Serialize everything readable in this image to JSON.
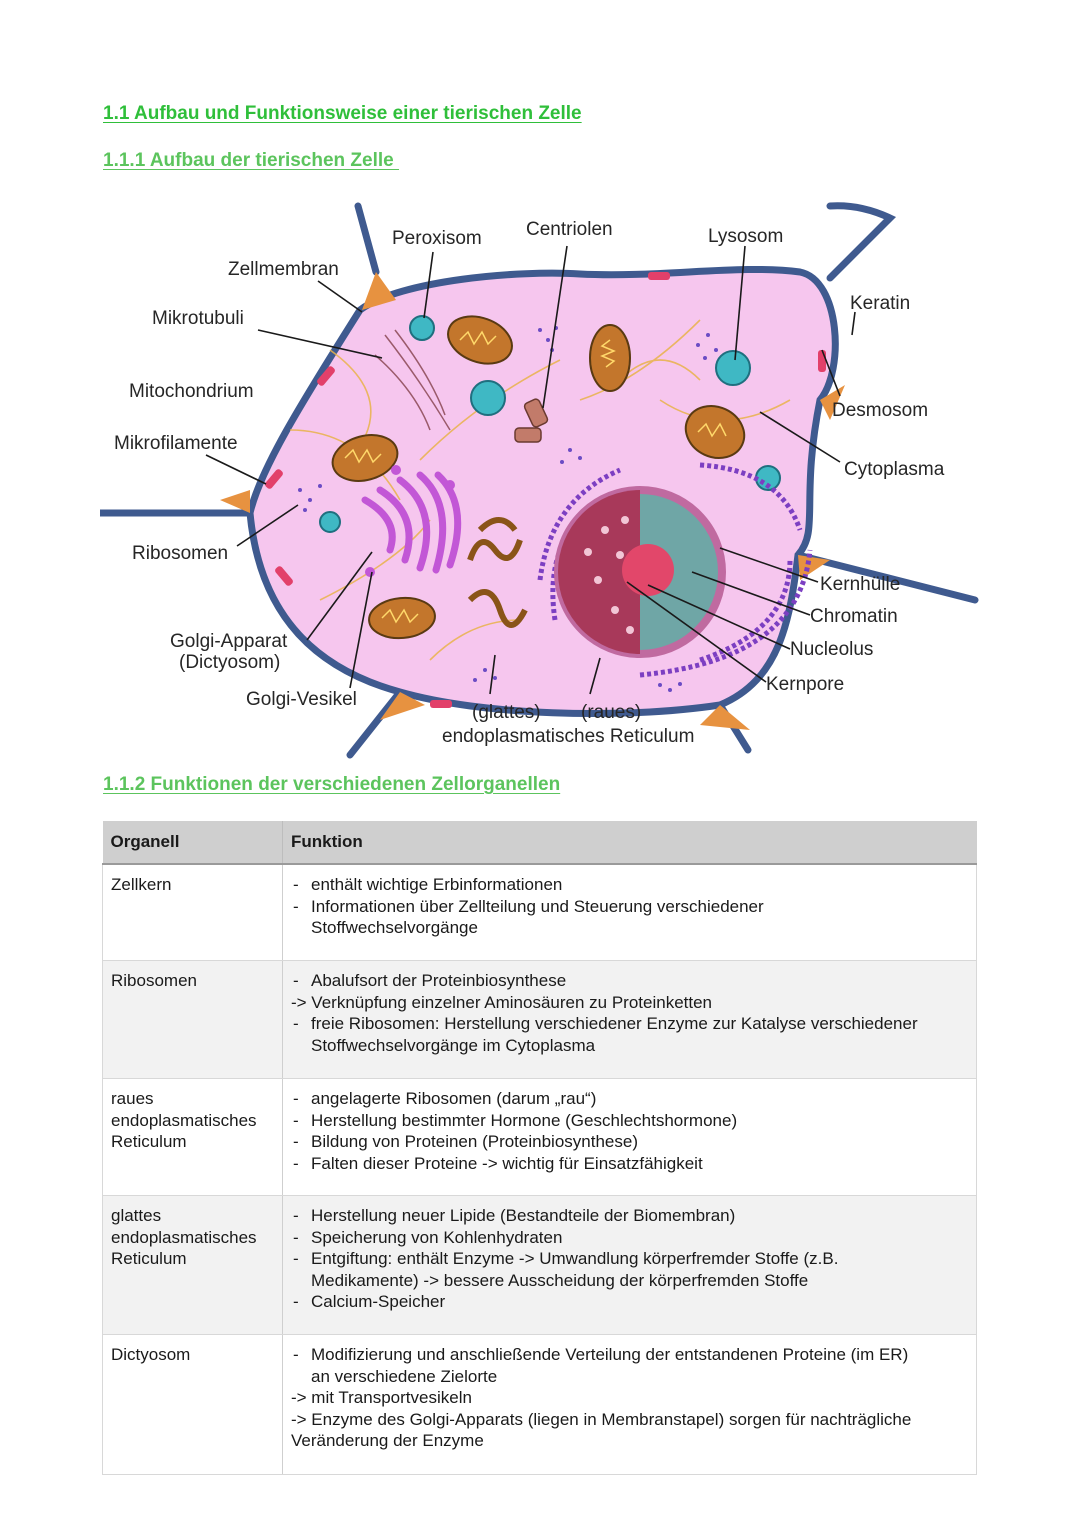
{
  "headings": {
    "h1": "1.1 Aufbau und Funktionsweise einer tierischen Zelle",
    "h2": "1.1.1 Aufbau der tierischen Zelle ",
    "h3": "1.1.2 Funktionen der verschiedenen Zellorganellen"
  },
  "diagram": {
    "labels": {
      "peroxisom": "Peroxisom",
      "centriolen": "Centriolen",
      "lysosom": "Lysosom",
      "zellmembran": "Zellmembran",
      "keratin": "Keratin",
      "mikrotubuli": "Mikrotubuli",
      "mitochondrium": "Mitochondrium",
      "desmosom": "Desmosom",
      "mikrofilamente": "Mikrofilamente",
      "cytoplasma": "Cytoplasma",
      "ribosomen": "Ribosomen",
      "kernhuelle": "Kernhülle",
      "chromatin": "Chromatin",
      "nucleolus": "Nucleolus",
      "golgi_apparat": "Golgi-Apparat",
      "dictyosom": "(Dictyosom)",
      "kernpore": "Kernpore",
      "golgi_vesikel": "Golgi-Vesikel",
      "glattes": "(glattes)",
      "raues": "(raues)",
      "er": "endoplasmatisches Reticulum"
    }
  },
  "table": {
    "headers": {
      "organell": "Organell",
      "funktion": "Funktion"
    },
    "rows": [
      {
        "organell": [
          "Zellkern"
        ],
        "lines": [
          {
            "kind": "bullet",
            "text": "enthält wichtige Erbinformationen"
          },
          {
            "kind": "bullet",
            "text": "Informationen über Zellteilung und Steuerung verschiedener"
          },
          {
            "kind": "indent",
            "text": "Stoffwechselvorgänge"
          }
        ]
      },
      {
        "organell": [
          "Ribosomen"
        ],
        "lines": [
          {
            "kind": "bullet",
            "text": "Abalufsort der Proteinbiosynthese"
          },
          {
            "kind": "plain",
            "text": "-> Verknüpfung einzelner Aminosäuren zu Proteinketten"
          },
          {
            "kind": "bullet",
            "text": "freie Ribosomen: Herstellung verschiedener Enzyme zur Katalyse verschiedener"
          },
          {
            "kind": "indent",
            "text": "Stoffwechselvorgänge im Cytoplasma"
          }
        ]
      },
      {
        "organell": [
          "raues",
          "endoplasmatisches",
          "Reticulum"
        ],
        "lines": [
          {
            "kind": "bullet",
            "text": "angelagerte Ribosomen (darum „rau“)"
          },
          {
            "kind": "bullet",
            "text": "Herstellung bestimmter Hormone (Geschlechtshormone)"
          },
          {
            "kind": "bullet",
            "text": "Bildung von Proteinen (Proteinbiosynthese)"
          },
          {
            "kind": "bullet",
            "text": "Falten dieser Proteine -> wichtig für Einsatzfähigkeit"
          }
        ]
      },
      {
        "organell": [
          "glattes",
          "endoplasmatisches",
          "Reticulum"
        ],
        "lines": [
          {
            "kind": "bullet",
            "text": "Herstellung neuer Lipide (Bestandteile der Biomembran)"
          },
          {
            "kind": "bullet",
            "text": "Speicherung von Kohlenhydraten"
          },
          {
            "kind": "bullet",
            "text": "Entgiftung: enthält Enzyme -> Umwandlung körperfremder Stoffe (z.B."
          },
          {
            "kind": "indent",
            "text": "Medikamente) -> bessere Ausscheidung der körperfremden Stoffe"
          },
          {
            "kind": "bullet",
            "text": "Calcium-Speicher"
          }
        ]
      },
      {
        "organell": [
          "Dictyosom"
        ],
        "lines": [
          {
            "kind": "bullet",
            "text": "Modifizierung und  anschließende Verteilung der entstandenen Proteine (im ER)"
          },
          {
            "kind": "indent",
            "text": "an verschiedene Zielorte"
          },
          {
            "kind": "plain",
            "text": "-> mit Transportvesikeln"
          },
          {
            "kind": "plain",
            "text": "-> Enzyme des Golgi-Apparats (liegen in Membranstapel) sorgen für nachträgliche"
          },
          {
            "kind": "plain",
            "text": "Veränderung der Enzyme"
          }
        ]
      }
    ]
  }
}
